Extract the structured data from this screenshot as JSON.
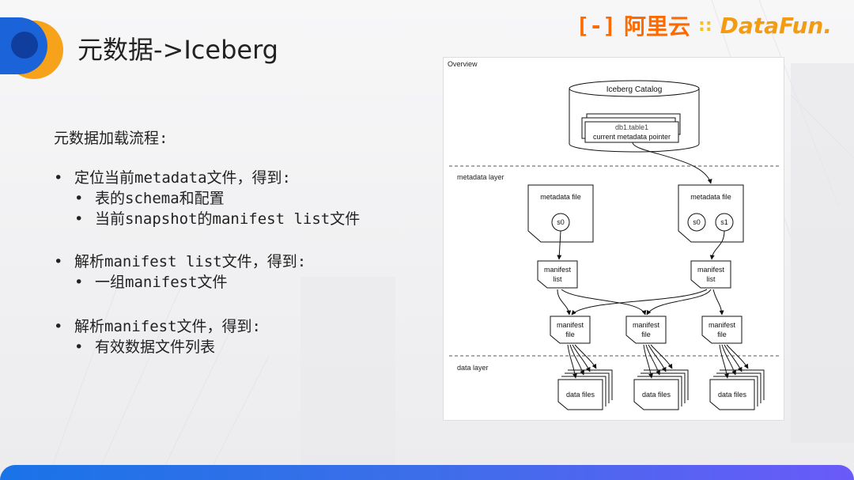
{
  "header": {
    "title": "元数据->Iceberg",
    "brand_alibaba": "阿里云",
    "brand_alibaba_mark": "[-]",
    "brand_datafun": "DataFun.",
    "brand_datafun_dots": "::"
  },
  "content": {
    "heading": "元数据加载流程:",
    "bullets": [
      {
        "text": "定位当前metadata文件，得到:",
        "subs": [
          "表的schema和配置",
          "当前snapshot的manifest list文件"
        ]
      },
      {
        "text": "解析manifest list文件，得到:",
        "subs": [
          "一组manifest文件"
        ]
      },
      {
        "text": "解析manifest文件，得到:",
        "subs": [
          "有效数据文件列表"
        ]
      }
    ]
  },
  "diagram": {
    "overview_label": "Overview",
    "catalog_label": "Iceberg Catalog",
    "table_name": "db1.table1",
    "pointer_label": "current metadata pointer",
    "metadata_layer_label": "metadata layer",
    "metadata_file_label": "metadata file",
    "snapshot_s0": "s0",
    "snapshot_s1": "s1",
    "manifest_list_label": [
      "manifest",
      "list"
    ],
    "manifest_file_label": [
      "manifest",
      "file"
    ],
    "data_layer_label": "data layer",
    "data_files_label": "data files"
  },
  "colors": {
    "title_text": "#222222",
    "brand_orange": "#ff6a00",
    "footer_blue": "#1a73e8"
  }
}
